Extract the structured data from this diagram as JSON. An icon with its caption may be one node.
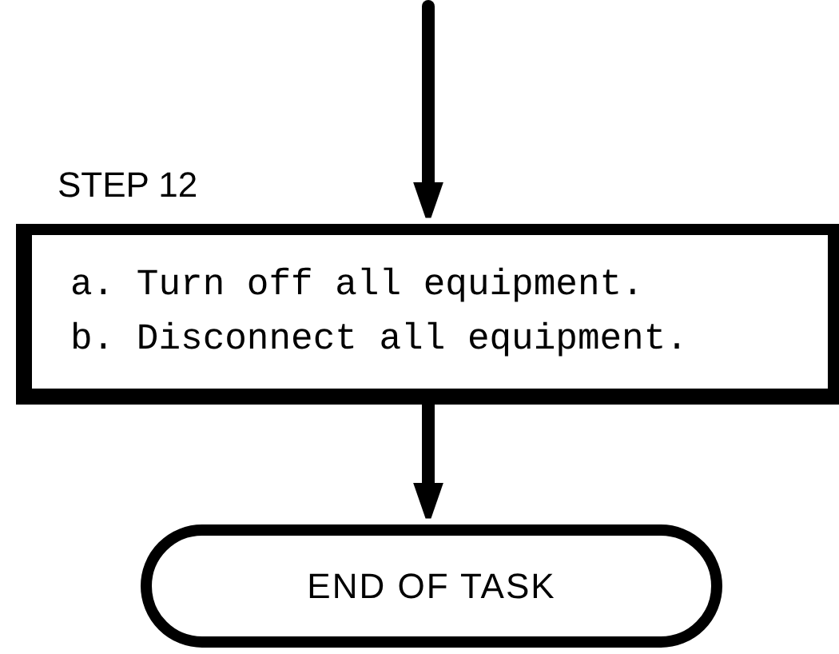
{
  "diagram": {
    "nodes": [
      {
        "text": [
          "STEP 12",
          "a. Turn off all equipment.",
          "b. Disconnect all equipment."
        ]
      },
      {
        "text": [
          "END OF TASK"
        ]
      }
    ],
    "edges": [
      {
        "from": null,
        "to": 0,
        "arrow": "to"
      },
      {
        "from": 0,
        "to": 1,
        "arrow": "to"
      }
    ]
  }
}
